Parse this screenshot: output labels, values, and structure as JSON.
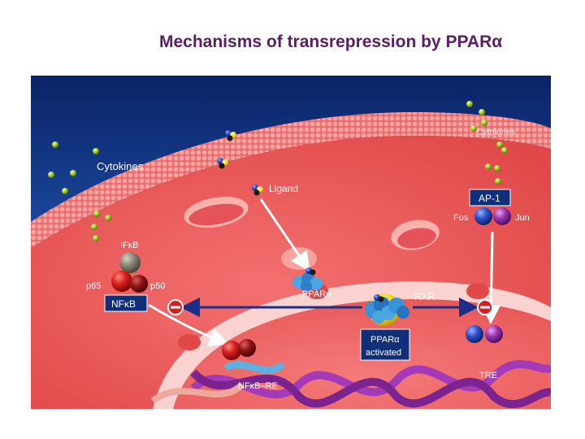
{
  "title": "Mechanisms of transrepression by PPARα",
  "labels": {
    "cytokines_left": "Cytokines",
    "cytokines_right": "Cytokines",
    "ligand": "Ligand",
    "ap1": "AP-1",
    "fos": "Fos",
    "jun": "Jun",
    "ikb": "IFκB",
    "p65": "p65",
    "p50": "p50",
    "nfkb": "NFκB",
    "ppar_small": "PPARα",
    "rxr": "RXR",
    "ppar_activated_line1": "PPARα",
    "ppar_activated_line2": "activated",
    "nfkb_re": "NFκB–RE",
    "tre": "TRE"
  },
  "colors": {
    "title": "#5b1d63",
    "background_top": "#0c2a72",
    "membrane": "#f08080",
    "cell": "#ee5a5a",
    "box": "#0f2f78",
    "dna_purple": "#9a2fa8",
    "arrow_blue": "#1a2f8a"
  }
}
